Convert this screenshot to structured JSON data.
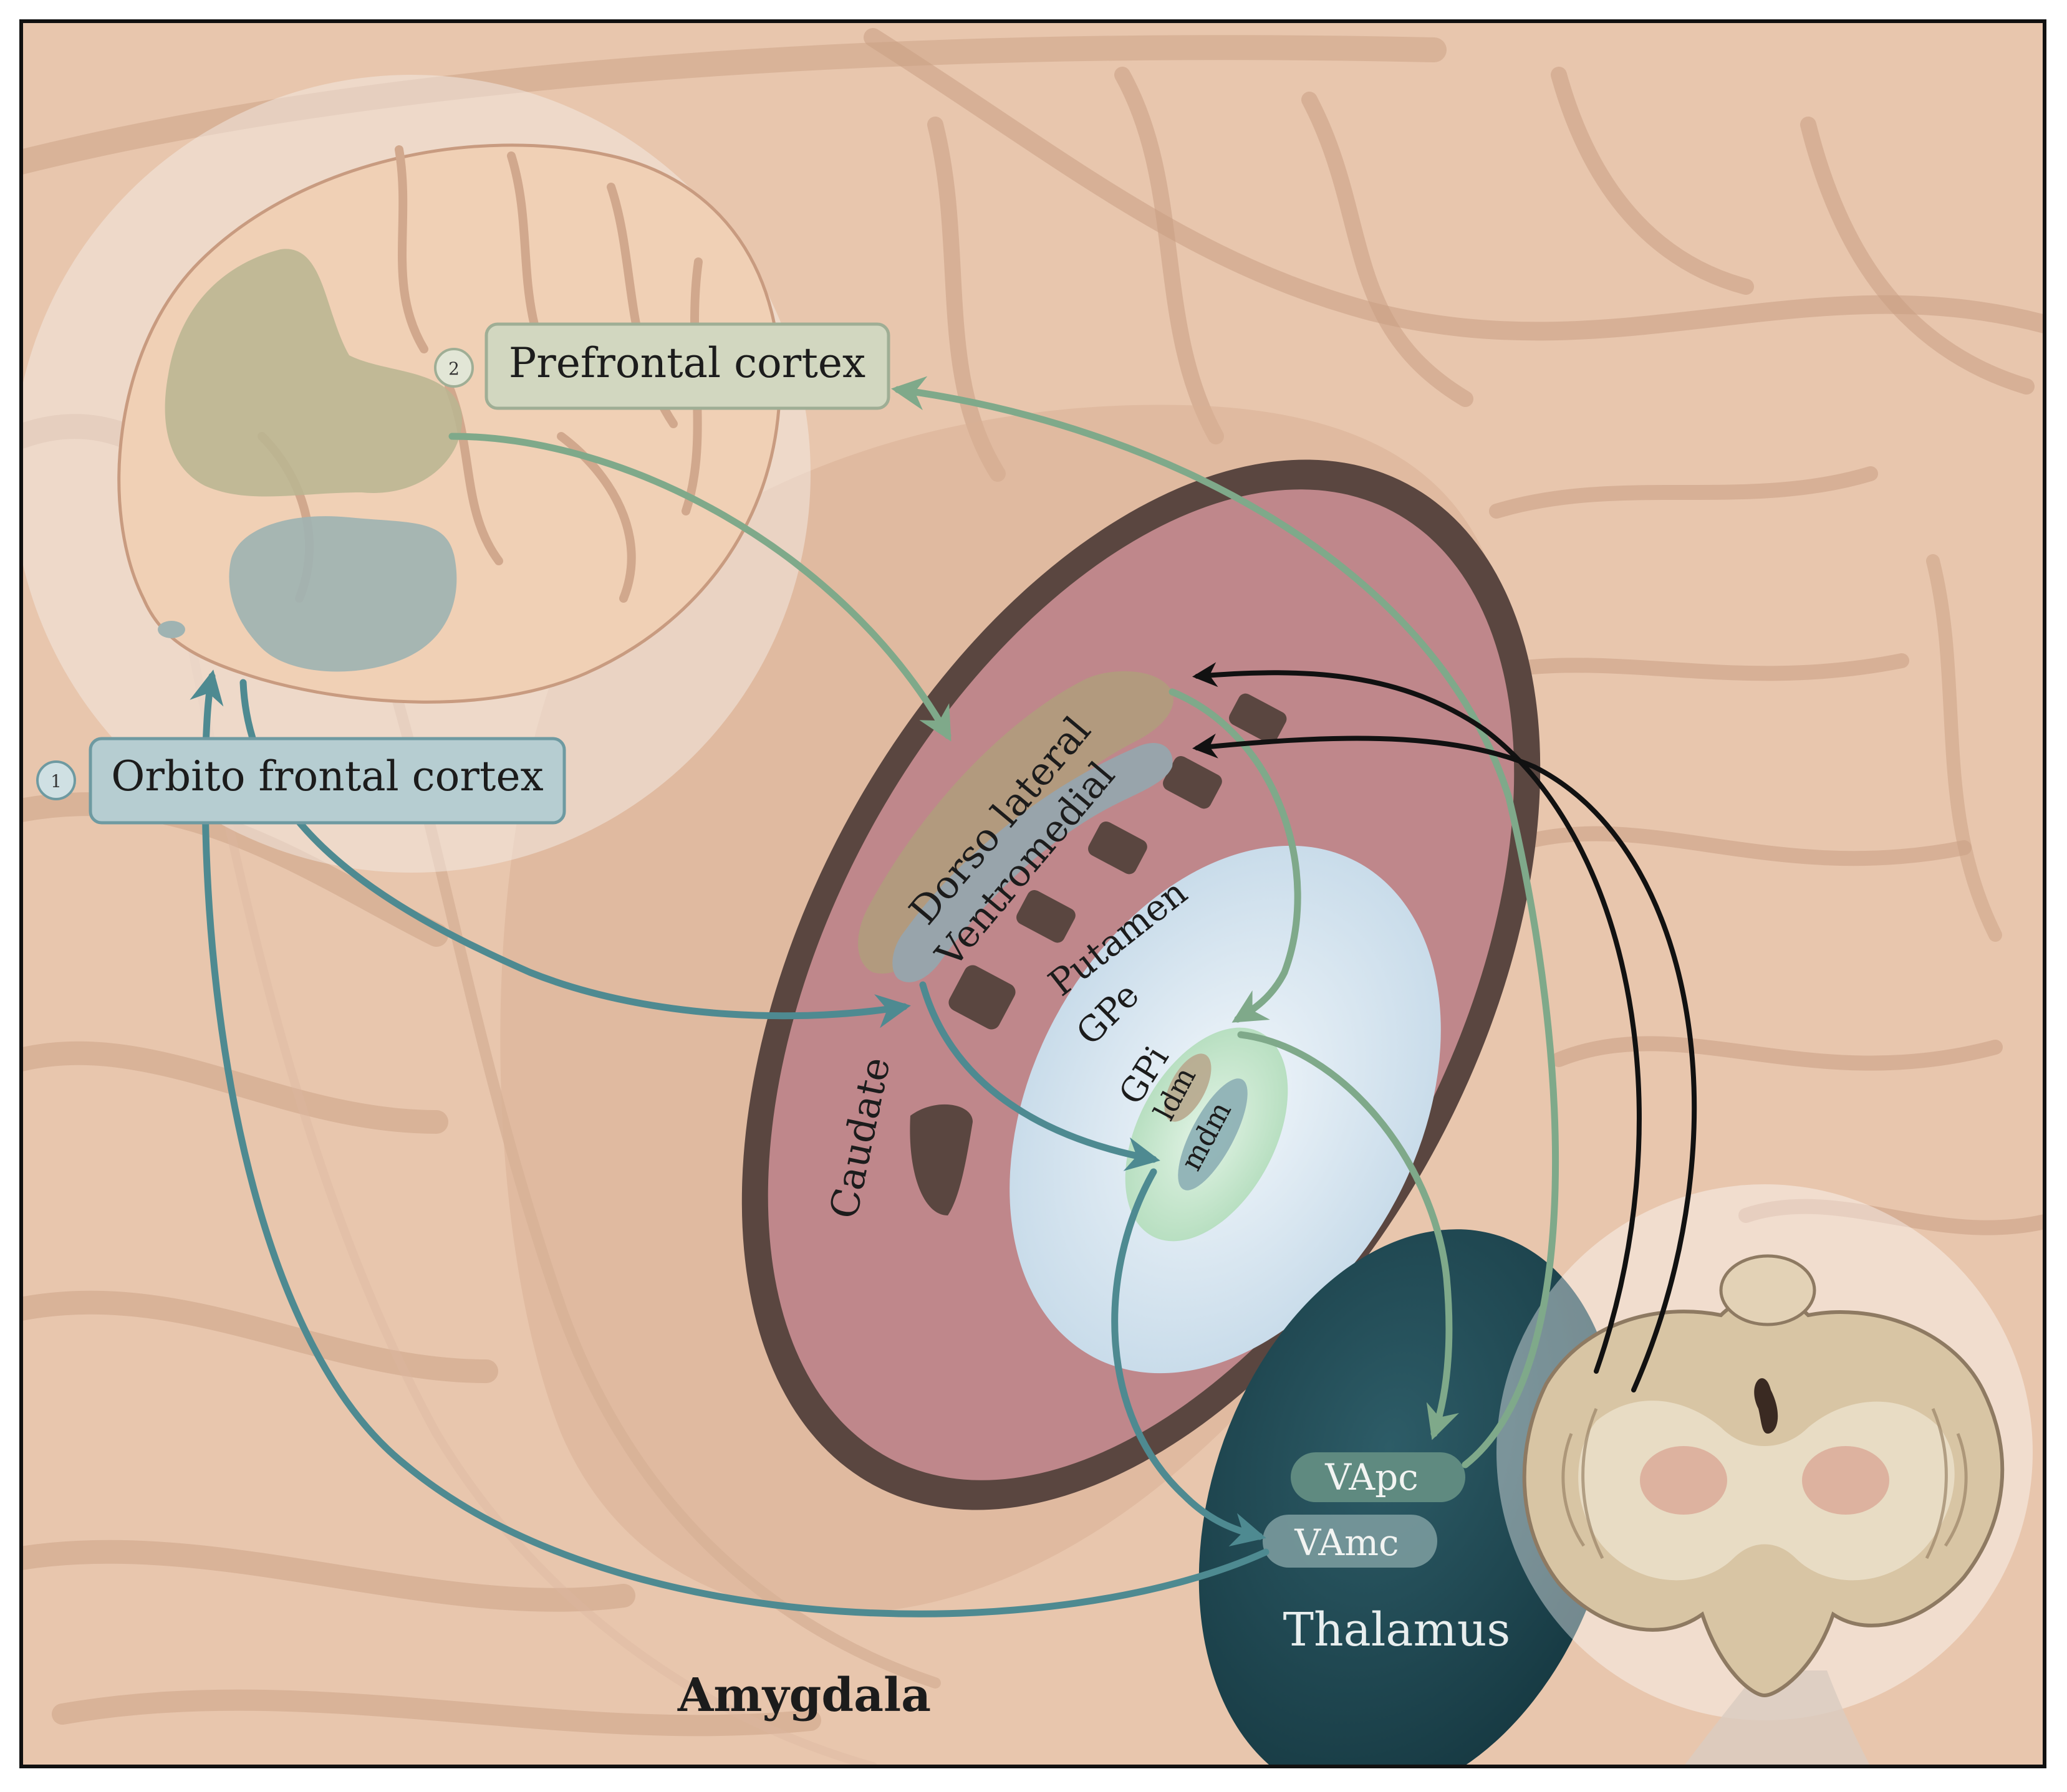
{
  "labels": {
    "prefrontal_cortex": "Prefrontal cortex",
    "orbito_frontal_cortex": "Orbito frontal cortex",
    "badge_1": "1",
    "badge_2": "2",
    "dorso_lateral": "Dorso lateral",
    "ventromedial": "Ventromedial",
    "putamen": "Putamen",
    "gpe": "GPe",
    "gpi": "GPi",
    "ldm": "ldm",
    "mdm": "mdm",
    "caudate": "Caudate",
    "vapc": "VApc",
    "vamc": "VAmc",
    "thalamus": "Thalamus",
    "amygdala": "Amygdala"
  },
  "colors": {
    "background_tissue": "#e8c6ad",
    "fold_dark": "#c99f84",
    "prefrontal_green": "#b9c1a3",
    "orbitofrontal_blue": "#a9c3c8",
    "green_pathway": "#7fa98a",
    "teal_pathway": "#4e8a91",
    "black_pathway": "#111111",
    "striatum_rim": "#5a4640",
    "striatum_fill": "#bf878b",
    "globus_pallidus": "#dbe8f2",
    "gpi_green": "#cfe9d4",
    "thalamus": "#1e4650"
  }
}
